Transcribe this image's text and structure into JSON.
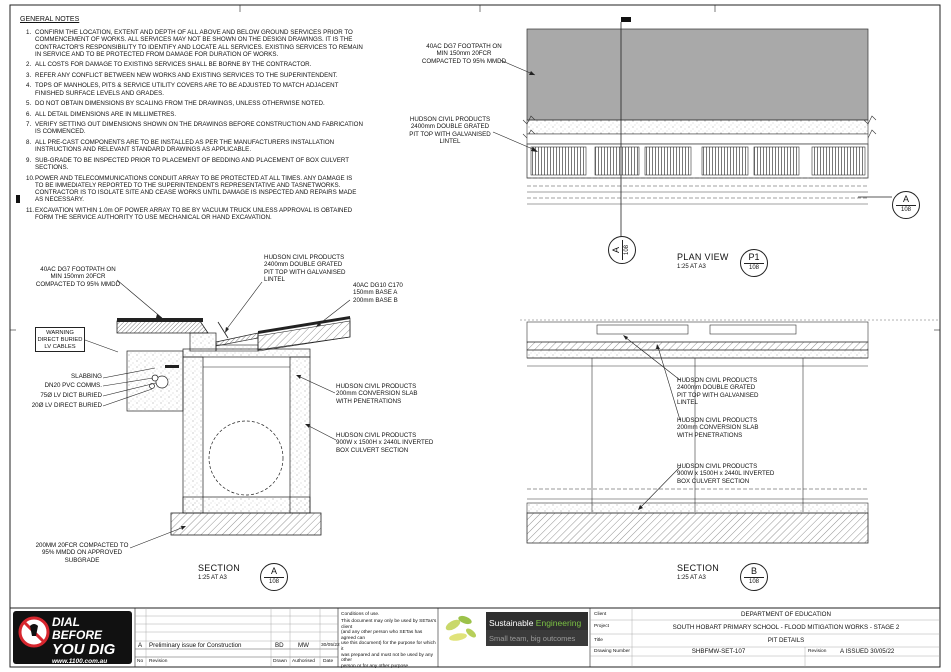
{
  "general_notes": {
    "title": "GENERAL NOTES",
    "items": [
      {
        "num": "1.",
        "text": "CONFIRM THE LOCATION, EXTENT AND DEPTH OF ALL ABOVE AND BELOW GROUND SERVICES PRIOR TO\nCOMMENCEMENT OF WORKS. ALL SERVICES MAY NOT BE SHOWN ON THE DESIGN DRAWINGS. IT IS THE\nCONTRACTOR'S RESPONSIBILITY TO IDENTIFY AND LOCATE ALL SERVICES. EXISTING SERVICES TO REMAIN\nIN SERVICE AND TO BE PROTECTED FROM DAMAGE FOR DURATION OF WORKS."
      },
      {
        "num": "2.",
        "text": "ALL COSTS FOR DAMAGE TO EXISTING SERVICES SHALL BE BORNE BY THE CONTRACTOR."
      },
      {
        "num": "3.",
        "text": "REFER ANY CONFLICT BETWEEN NEW WORKS AND EXISTING SERVICES TO THE SUPERINTENDENT."
      },
      {
        "num": "4.",
        "text": "TOPS OF MANHOLES, PITS & SERVICE UTILITY COVERS ARE TO BE ADJUSTED TO MATCH ADJACENT\nFINISHED SURFACE LEVELS AND GRADES."
      },
      {
        "num": "5.",
        "text": "DO NOT OBTAIN DIMENSIONS BY SCALING FROM THE DRAWINGS, UNLESS OTHERWISE NOTED."
      },
      {
        "num": "6.",
        "text": "ALL DETAIL DIMENSIONS ARE IN MILLIMETRES."
      },
      {
        "num": "7.",
        "text": "VERIFY SETTING OUT DIMENSIONS SHOWN ON THE DRAWINGS BEFORE CONSTRUCTION AND FABRICATION\nIS COMMENCED."
      },
      {
        "num": "8.",
        "text": "ALL PRE-CAST COMPONENTS ARE TO BE INSTALLED AS PER THE MANUFACTURERS INSTALLATION\nINSTRUCTIONS AND RELEVANT STANDARD DRAWINGS AS APPLICABLE."
      },
      {
        "num": "9.",
        "text": "SUB-GRADE TO BE INSPECTED PRIOR TO PLACEMENT OF BEDDING AND PLACEMENT OF BOX CULVERT\nSECTIONS."
      },
      {
        "num": "10.",
        "text": "POWER AND TELECOMMUNICATIONS CONDUIT ARRAY TO BE PROTECTED AT ALL TIMES.  ANY DAMAGE IS\nTO BE IMMEDIATELY REPORTED TO THE SUPERINTENDENTS REPRESENTATIVE AND TASNETWORKS.\nCONTRACTOR IS TO ISOLATE SITE AND CEASE WORKS UNTIL DAMAGE IS INSPECTED AND REPAIRS MADE\nAS NECESSARY."
      },
      {
        "num": "11.",
        "text": "EXCAVATION WITHIN 1.0m OF POWER ARRAY TO BE BY VACUUM TRUCK UNLESS APPROVAL IS OBTAINED\nFORM THE SERVICE AUTHORITY TO USE MECHANICAL OR HAND EXCAVATION."
      }
    ]
  },
  "plan_view": {
    "title": "PLAN VIEW",
    "scale": "1:25 AT A3",
    "ref_top": "P1",
    "ref_bottom": "108",
    "label_footpath": "40AC DG7 FOOTPATH ON\nMIN 150mm 20FCR\nCOMPACTED TO 95% MMDD",
    "label_pit": "HUDSON CIVIL PRODUCTS\n2400mm DOUBLE GRATED\nPIT TOP WITH GALVANISED\nLINTEL",
    "section_a_top": "A",
    "section_a_bottom": "108"
  },
  "section_a": {
    "title": "SECTION",
    "scale": "1:25 AT A3",
    "ref_top": "A",
    "ref_bottom": "108",
    "label_footpath": "40AC DG7 FOOTPATH ON\nMIN 150mm 20FCR\nCOMPACTED TO 95% MMDD",
    "label_pit": "HUDSON CIVIL PRODUCTS\n2400mm DOUBLE GRATED\nPIT TOP WITH GALVANISED\nLINTEL",
    "label_road": "40AC DG10 C170\n150mm BASE A\n200mm BASE B",
    "label_warning": "WARNING\nDIRECT BURIED\nLV CABLES",
    "label_slabbing": "SLABBING",
    "label_dn20": "DN20 PVC COMMS.",
    "label_75": "75Ø LV DICT BURIED",
    "label_20": "20Ø LV DIRECT BURIED",
    "label_slab": "HUDSON CIVIL PRODUCTS\n200mm CONVERSION SLAB\nWITH PENETRATIONS",
    "label_culvert": "HUDSON CIVIL PRODUCTS\n900W x 1500H x 2440L INVERTED\nBOX CULVERT SECTION",
    "label_base": "200MM 20FCR COMPACTED TO\n95% MMDD ON APPROVED\nSUBGRADE"
  },
  "section_b": {
    "title": "SECTION",
    "scale": "1:25 AT A3",
    "ref_top": "B",
    "ref_bottom": "108",
    "label_pit": "HUDSON CIVIL PRODUCTS\n2400mm DOUBLE GRATED\nPIT TOP WITH GALVANISED\nLINTEL",
    "label_slab": "HUDSON CIVIL PRODUCTS\n200mm CONVERSION SLAB\nWITH PENETRATIONS",
    "label_culvert": "HUDSON CIVIL PRODUCTS\n900W x 1500H x 2440L INVERTED\nBOX CULVERT SECTION"
  },
  "title_block": {
    "logo_line1": "DIAL BEFORE",
    "logo_line2": "YOU DIG",
    "logo_url": "www.1100.com.au",
    "revision_row": {
      "rev": "A",
      "desc": "Preliminary issue for Construction",
      "drawn": "BD",
      "authorised": "MW",
      "date": "30/05/22"
    },
    "rev_headers": {
      "no": "No",
      "revision": "Revision",
      "drawn": "Drawn",
      "authorised": "Authorised",
      "date": "Date"
    },
    "conditions_title": "Conditions of use.",
    "conditions_text": "This document may only be used by SETas's client\n(and any other person who SETas has agreed can\nuse this document) for the purpose for which it\nwas prepared and must not be used by any other\nperson or for any other purpose.",
    "company_name_1": "Sustainable ",
    "company_name_2": "Engineering",
    "company_tagline": "Small team, big outcomes",
    "client_label": "Client",
    "client_value": "DEPARTMENT OF EDUCATION",
    "project_label": "Project",
    "project_value": "SOUTH HOBART PRIMARY SCHOOL - FLOOD MITIGATION WORKS - STAGE 2",
    "title_label": "Title",
    "title_value": "PIT DETAILS",
    "drawing_label": "Drawing Number",
    "drawing_value": "SHBFMW-SET-107",
    "revision_label": "Revision",
    "revision_value": "A  ISSUED 30/05/22"
  },
  "colors": {
    "footpath_fill": "#a9a9a9",
    "hatch": "#555555",
    "company_bg": "#2f2f2f",
    "company_accent": "#7ac143",
    "logo_red": "#d7262e"
  }
}
